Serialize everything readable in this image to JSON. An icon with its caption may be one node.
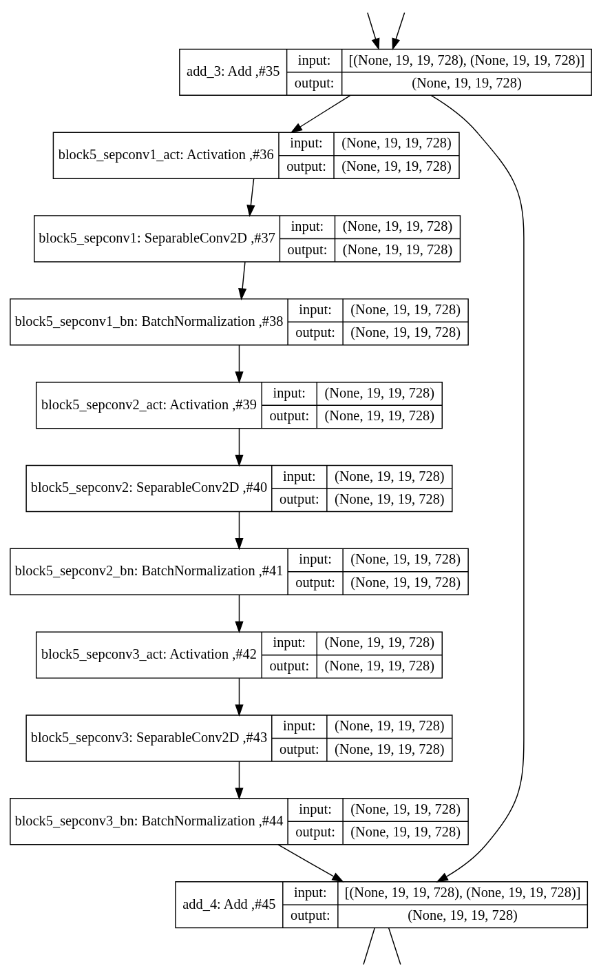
{
  "diagram": {
    "nodes": [
      {
        "text": [
          "add_3: Add ,#35",
          "input:",
          "[(None, 19, 19, 728), (None, 19, 19, 728)]",
          "output:",
          "(None, 19, 19, 728)"
        ]
      },
      {
        "text": [
          "block5_sepconv1_act: Activation ,#36",
          "input:",
          "(None, 19, 19, 728)",
          "output:",
          "(None, 19, 19, 728)"
        ]
      },
      {
        "text": [
          "block5_sepconv1: SeparableConv2D ,#37",
          "input:",
          "(None, 19, 19, 728)",
          "output:",
          "(None, 19, 19, 728)"
        ]
      },
      {
        "text": [
          "block5_sepconv1_bn: BatchNormalization ,#38",
          "input:",
          "(None, 19, 19, 728)",
          "output:",
          "(None, 19, 19, 728)"
        ]
      },
      {
        "text": [
          "block5_sepconv2_act: Activation ,#39",
          "input:",
          "(None, 19, 19, 728)",
          "output:",
          "(None, 19, 19, 728)"
        ]
      },
      {
        "text": [
          "block5_sepconv2: SeparableConv2D ,#40",
          "input:",
          "(None, 19, 19, 728)",
          "output:",
          "(None, 19, 19, 728)"
        ]
      },
      {
        "text": [
          "block5_sepconv2_bn: BatchNormalization ,#41",
          "input:",
          "(None, 19, 19, 728)",
          "output:",
          "(None, 19, 19, 728)"
        ]
      },
      {
        "text": [
          "block5_sepconv3_act: Activation ,#42",
          "input:",
          "(None, 19, 19, 728)",
          "output:",
          "(None, 19, 19, 728)"
        ]
      },
      {
        "text": [
          "block5_sepconv3: SeparableConv2D ,#43",
          "input:",
          "(None, 19, 19, 728)",
          "output:",
          "(None, 19, 19, 728)"
        ]
      },
      {
        "text": [
          "block5_sepconv3_bn: BatchNormalization ,#44",
          "input:",
          "(None, 19, 19, 728)",
          "output:",
          "(None, 19, 19, 728)"
        ]
      },
      {
        "text": [
          "add_4: Add ,#45",
          "input:",
          "[(None, 19, 19, 728), (None, 19, 19, 728)]",
          "output:",
          "(None, 19, 19, 728)"
        ]
      }
    ],
    "edges": [
      {
        "from": null,
        "to": 0,
        "arrow": "to"
      },
      {
        "from": null,
        "to": 0,
        "arrow": "to"
      },
      {
        "from": 0,
        "to": 1,
        "arrow": "to"
      },
      {
        "from": 0,
        "to": 10,
        "arrow": "to"
      },
      {
        "from": 1,
        "to": 2,
        "arrow": "to"
      },
      {
        "from": 2,
        "to": 3,
        "arrow": "to"
      },
      {
        "from": 3,
        "to": 4,
        "arrow": "to"
      },
      {
        "from": 4,
        "to": 5,
        "arrow": "to"
      },
      {
        "from": 5,
        "to": 6,
        "arrow": "to"
      },
      {
        "from": 6,
        "to": 7,
        "arrow": "to"
      },
      {
        "from": 7,
        "to": 8,
        "arrow": "to"
      },
      {
        "from": 8,
        "to": 9,
        "arrow": "to"
      },
      {
        "from": 9,
        "to": 10,
        "arrow": "to"
      },
      {
        "from": 10,
        "to": null,
        "arrow": "none"
      },
      {
        "from": 10,
        "to": null,
        "arrow": "none"
      }
    ]
  }
}
